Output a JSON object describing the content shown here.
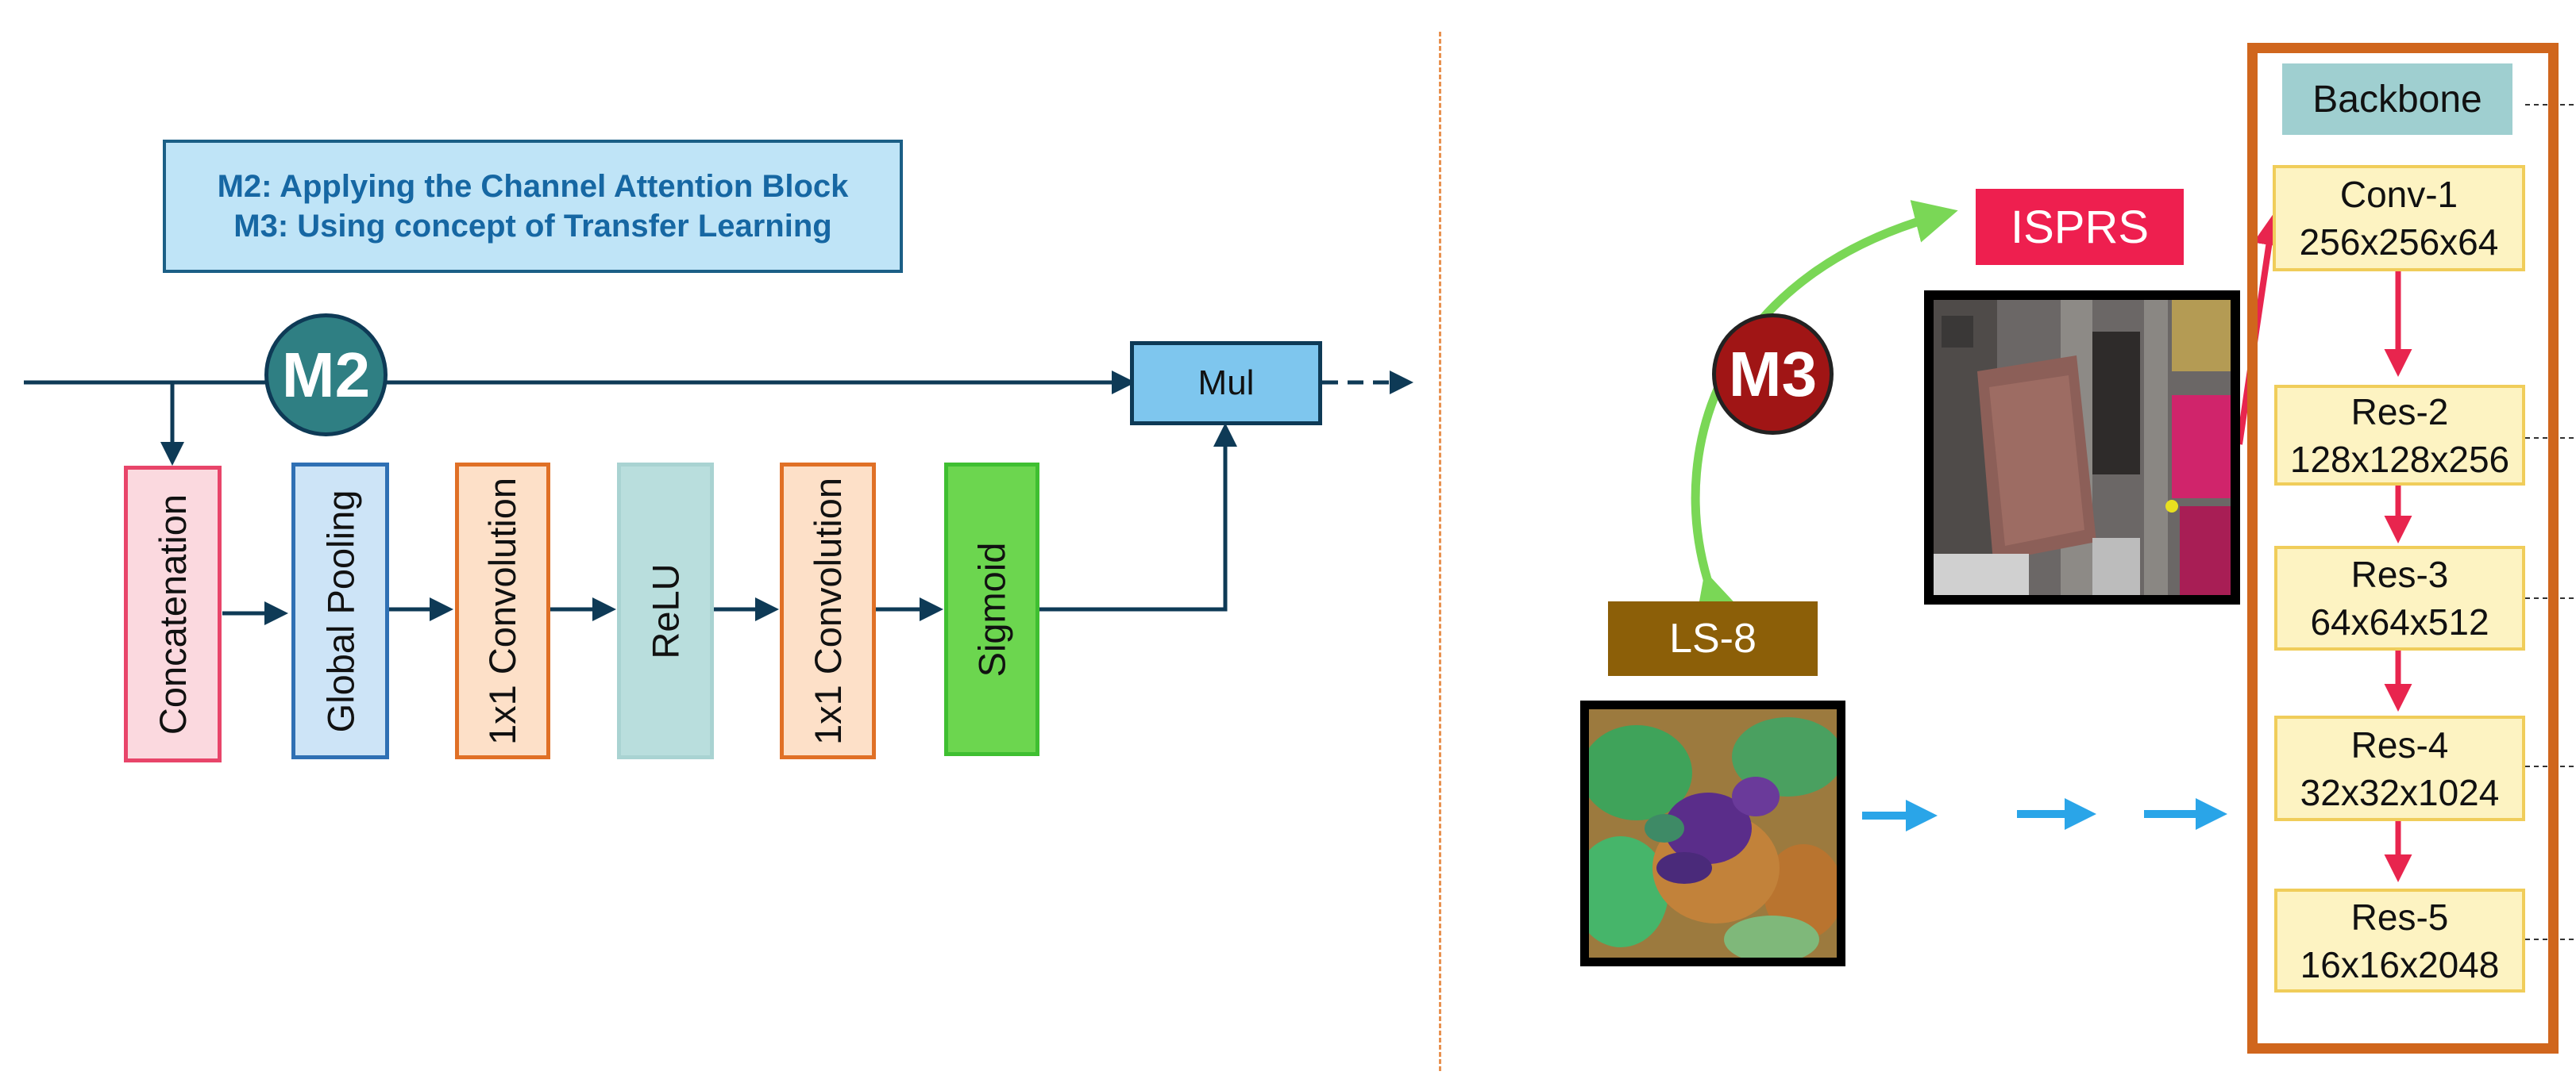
{
  "legend": {
    "line1": "M2: Applying the Channel Attention Block",
    "line2": "M3: Using concept of Transfer Learning"
  },
  "m2": {
    "badge": "M2",
    "mul_label": "Mul",
    "blocks": [
      {
        "label": "Concatenation",
        "fill": "#fbd9df",
        "border": "#e8456a"
      },
      {
        "label": "Global Pooling",
        "fill": "#cde4f7",
        "border": "#2f70b4"
      },
      {
        "label": "1x1 Convolution",
        "fill": "#fde0c8",
        "border": "#e07026"
      },
      {
        "label": "ReLU",
        "fill": "#b9dedd",
        "border": "#a9d3d2"
      },
      {
        "label": "1x1 Convolution",
        "fill": "#fde0c8",
        "border": "#e07026"
      },
      {
        "label": "Sigmoid",
        "fill": "#6cd64f",
        "border": "#3fbf31"
      }
    ]
  },
  "m3": {
    "badge": "M3",
    "isprs_label": "ISPRS",
    "ls8_label": "LS-8"
  },
  "backbone": {
    "title": "Backbone",
    "layers": [
      {
        "name": "Conv-1",
        "shape": "256x256x64"
      },
      {
        "name": "Res-2",
        "shape": "128x128x256"
      },
      {
        "name": "Res-3",
        "shape": "64x64x512"
      },
      {
        "name": "Res-4",
        "shape": "32x32x1024"
      },
      {
        "name": "Res-5",
        "shape": "16x16x2048"
      }
    ]
  },
  "colors": {
    "arrow_dark": "#0e3a56",
    "m2_badge": "#2f7f83",
    "m3_badge": "#a01515",
    "isprs_bg": "#ee1f4f",
    "ls8_bg": "#8c5f08",
    "backbone_frame": "#d0661d",
    "backbone_title_bg": "#9fcfd0",
    "legend_bg": "#bfe4f7",
    "legend_text": "#1667a3",
    "mul_bg": "#7ec6ee",
    "curve_green": "#7ad756",
    "red_arrow": "#e8254e",
    "blue_arrow": "#2aa5e8",
    "divider": "#e8914f"
  }
}
